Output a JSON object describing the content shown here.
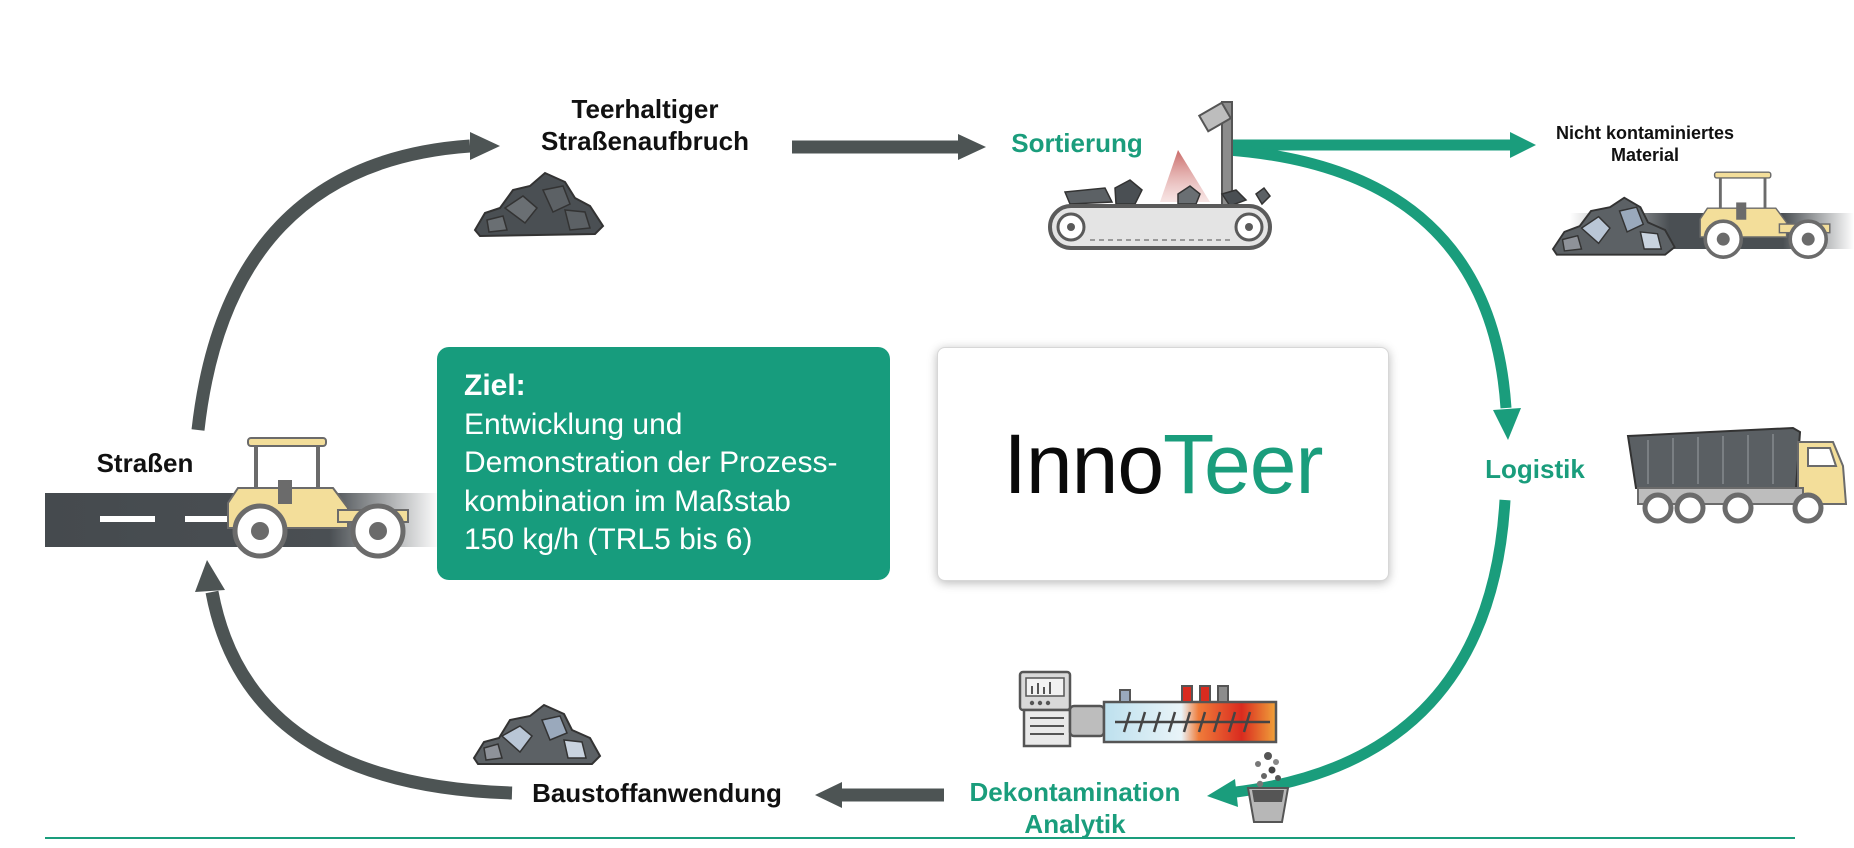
{
  "colors": {
    "green": "#1a9d7c",
    "goal_box": "#179c7d",
    "dark_arrow": "#4d5454",
    "road": "#4a4f53",
    "roller_body": "#f3de9a"
  },
  "nodes": {
    "strassen": "Straßen",
    "aufbruch_line1": "Teerhaltiger",
    "aufbruch_line2": "Straßenaufbruch",
    "sortierung": "Sortierung",
    "nicht_line1": "Nicht kontaminiertes",
    "nicht_line2": "Material",
    "logistik": "Logistik",
    "dekont_line1": "Dekontamination",
    "dekont_line2": "Analytik",
    "baustoff": "Baustoffanwendung"
  },
  "goal": {
    "title": "Ziel:",
    "text": "Entwicklung und\nDemonstration der Prozess-\nkombination im Maßstab\n150 kg/h (TRL5 bis 6)"
  },
  "logo": {
    "part1": "Inno",
    "part2": "Teer"
  },
  "icons": [
    "road-roller-icon",
    "rubble-pile-icon",
    "conveyor-sorter-icon",
    "dump-truck-icon",
    "extruder-machine-icon"
  ]
}
